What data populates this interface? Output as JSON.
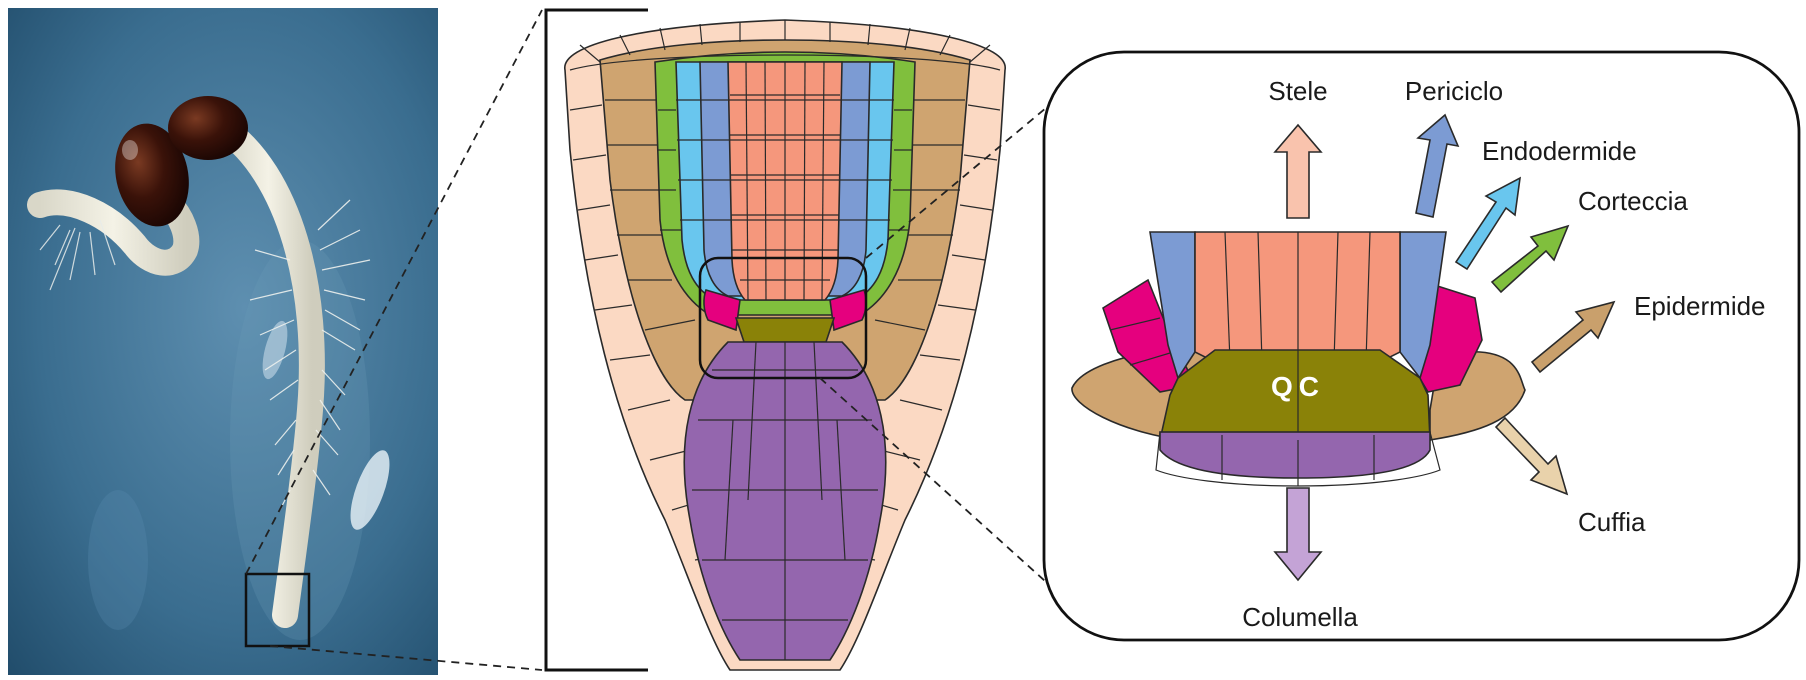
{
  "colors": {
    "stele": "#f5977c",
    "stele_arrow": "#f9c3ad",
    "pericycle": "#7c9bd3",
    "endodermis": "#69c6ee",
    "cortex": "#80bf3d",
    "epidermis": "#cfa470",
    "epidermis_arrow": "#c9a06c",
    "lateral_root_cap": "#fbd9c3",
    "cap_arrow": "#e9d2ab",
    "initials": "#e5007e",
    "quiescent_center": "#8a8208",
    "columella": "#9466ae",
    "columella_arrow": "#c4a3d6",
    "photo_bg": "#2e5d7e"
  },
  "labels": {
    "stele": "Stele",
    "pericycle": "Periciclo",
    "endodermis": "Endodermide",
    "cortex": "Corteccia",
    "epidermis": "Epidermide",
    "cap": "Cuffia",
    "columella": "Columella",
    "qc": "QC"
  },
  "icons": {
    "arrows": [
      "up-arrow",
      "up-right-arrow",
      "right-arrow",
      "down-right-arrow",
      "down-arrow"
    ]
  }
}
